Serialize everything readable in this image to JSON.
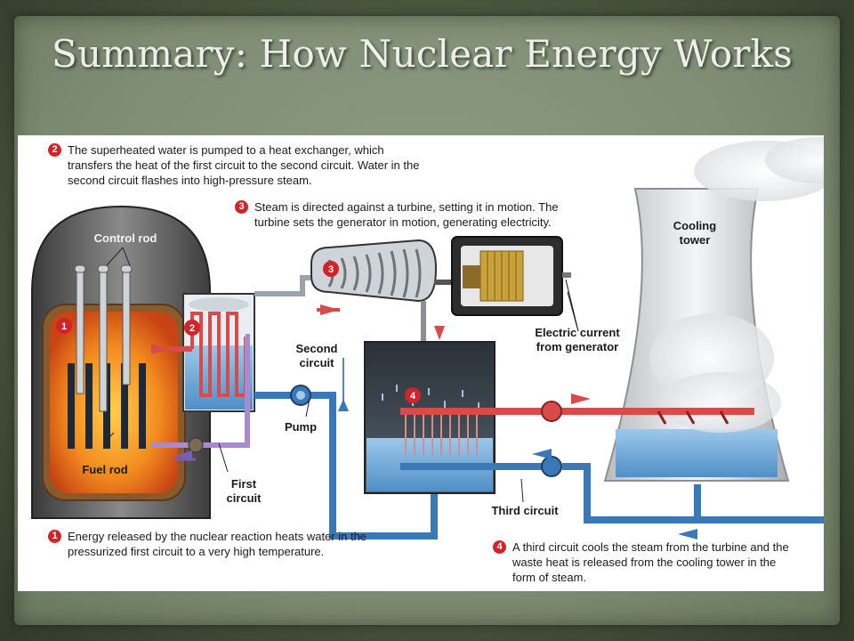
{
  "slide": {
    "title": "Summary: How Nuclear Energy Works"
  },
  "diagram": {
    "step_markers": [
      "1",
      "2",
      "3",
      "4"
    ],
    "steps": [
      {
        "number": "1",
        "text": "Energy released by the nuclear reaction heats water in the pressurized first circuit to a very high temperature."
      },
      {
        "number": "2",
        "text": "The superheated water is pumped to a heat exchanger, which transfers the heat of the first circuit to the second circuit. Water in the second circuit flashes into high-pressure steam."
      },
      {
        "number": "3",
        "text": "Steam is directed against a turbine, setting it in motion. The turbine sets the generator in motion, generating electricity."
      },
      {
        "number": "4",
        "text": "A third circuit cools the steam from the turbine and the waste heat is released from the cooling tower in the form of steam."
      }
    ],
    "labels": {
      "control_rod": "Control rod",
      "fuel_rod": "Fuel rod",
      "first_circuit": "First circuit",
      "second_circuit": "Second circuit",
      "pump": "Pump",
      "third_circuit": "Third circuit",
      "electric_current": "Electric current from generator",
      "cooling_tower": "Cooling tower"
    },
    "colors": {
      "step_marker": "#d2232a",
      "hot_pipe": "#d94a4a",
      "cool_pipe": "#3a78b8",
      "first_circuit_pipe": "#a88ad0",
      "reactor_glow": "#f29a1e"
    }
  }
}
